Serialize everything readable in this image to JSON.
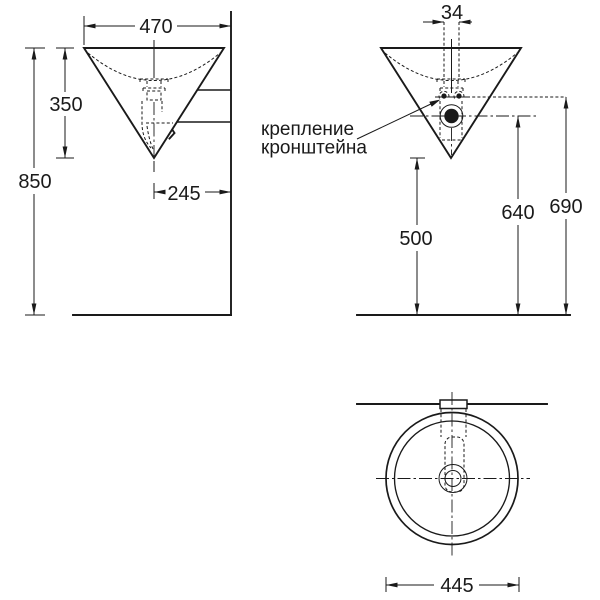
{
  "dimensions": {
    "front_width": "470",
    "front_cone_height": "350",
    "front_total_height": "850",
    "front_tip_offset": "245",
    "side_hole_spacing": "34",
    "side_drain_height": "640",
    "side_bracket_height": "690",
    "side_tip_height": "500",
    "top_diameter": "445"
  },
  "labels": {
    "bracket_mount_line1": "крепление",
    "bracket_mount_line2": "кронштейна"
  },
  "colors": {
    "line": "#1a1a1a",
    "background": "#ffffff"
  }
}
